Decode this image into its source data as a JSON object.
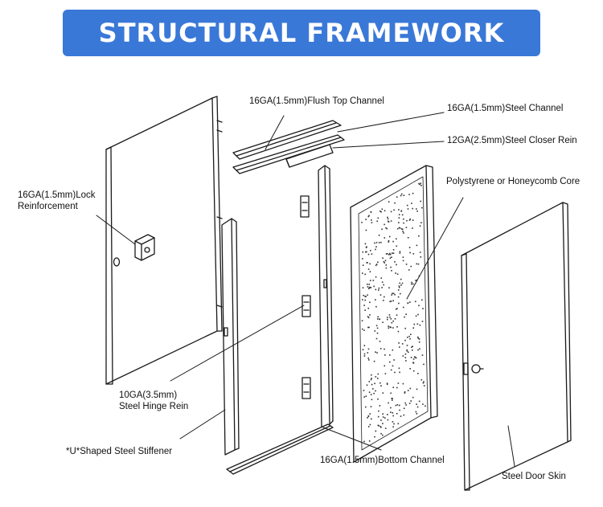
{
  "title": "STRUCTURAL FRAMEWORK",
  "colors": {
    "banner": "#3a78d8",
    "line": "#1a1a1a"
  },
  "labels": {
    "flush_top_channel": "16GA(1.5mm)Flush Top Channel",
    "steel_channel": "16GA(1.5mm)Steel Channel",
    "steel_closer_rein": "12GA(2.5mm)Steel Closer Rein",
    "lock_reinforcement_1": "16GA(1.5mm)Lock",
    "lock_reinforcement_2": "Reinforcement",
    "core": "Polystyrene or Honeycomb Core",
    "hinge_rein_1": "10GA(3.5mm)",
    "hinge_rein_2": "Steel Hinge Rein",
    "u_stiffener": "*U*Shaped Steel Stiffener",
    "bottom_channel": "16GA(1.5mm)Bottom Channel",
    "door_skin": "Steel Door Skin"
  }
}
